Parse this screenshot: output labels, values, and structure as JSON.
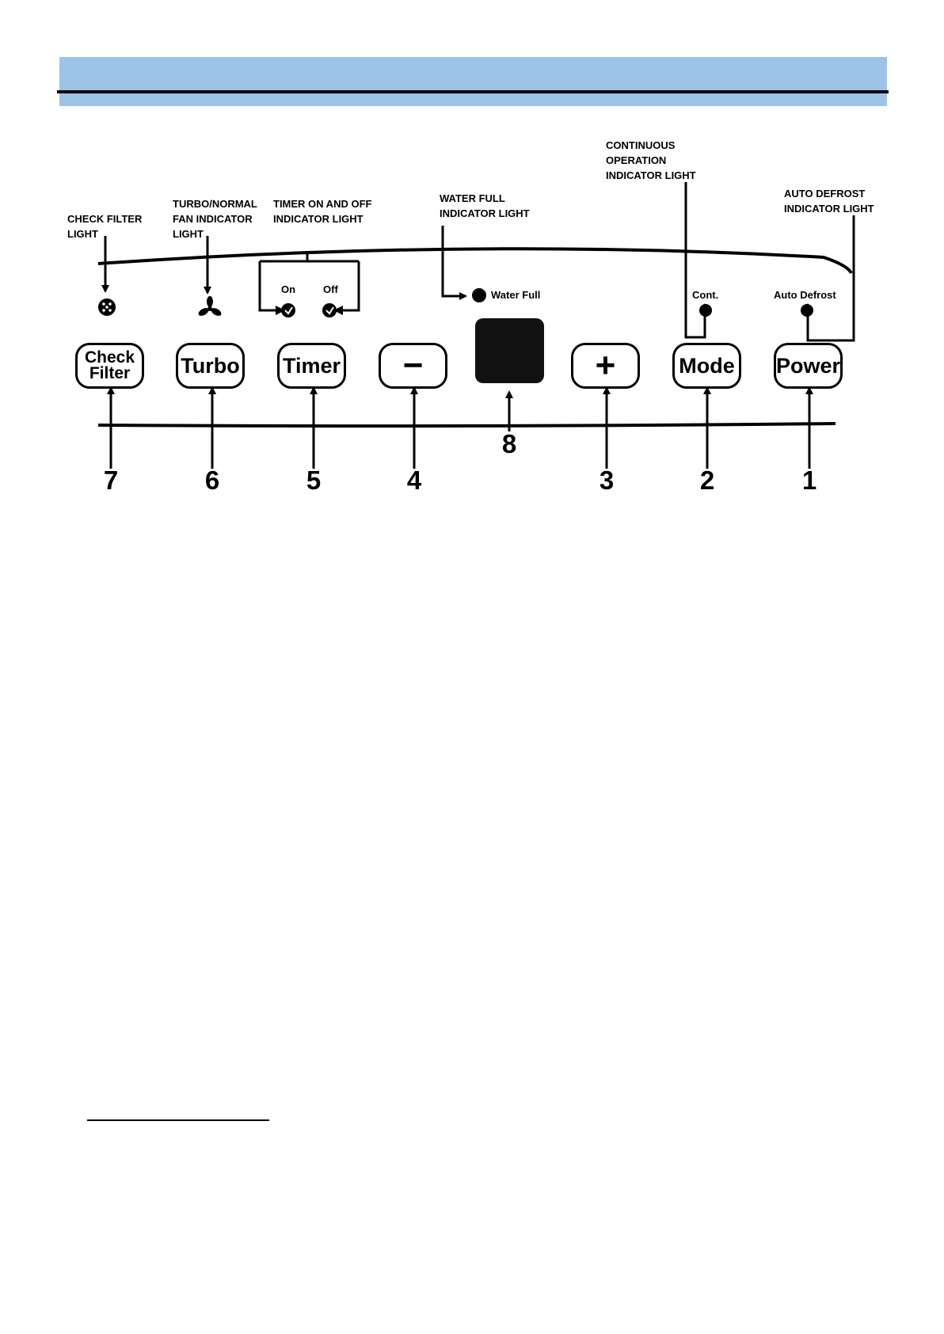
{
  "callouts": {
    "check_filter": "CHECK FILTER\nLIGHT",
    "turbo_fan": "TURBO/NORMAL\nFAN INDICATOR\nLIGHT",
    "timer": "TIMER ON AND OFF\nINDICATOR LIGHT",
    "water_full": "WATER FULL\nINDICATOR LIGHT",
    "continuous": "CONTINUOUS\nOPERATION\nINDICATOR LIGHT",
    "auto_defrost": "AUTO DEFROST\nINDICATOR LIGHT"
  },
  "panel_labels": {
    "on": "On",
    "off": "Off",
    "water_full": "Water Full",
    "cont": "Cont.",
    "auto_defrost": "Auto Defrost"
  },
  "buttons": {
    "check_filter": "Check\nFilter",
    "turbo": "Turbo",
    "timer": "Timer",
    "minus": "−",
    "plus": "+",
    "mode": "Mode",
    "power": "Power"
  },
  "numbers": {
    "n7": "7",
    "n6": "6",
    "n5": "5",
    "n4": "4",
    "n8": "8",
    "n3": "3",
    "n2": "2",
    "n1": "1"
  },
  "icons": {
    "check_filter_light": "filter-dots-icon",
    "fan_light": "fan-icon",
    "timer_on_light": "clock-icon",
    "timer_off_light": "clock-icon",
    "water_full_light": "dot-icon",
    "cont_light": "dot-icon",
    "auto_defrost_light": "dot-icon"
  },
  "colors": {
    "header_band": "#9dc3e6",
    "ink": "#000000",
    "display": "#111111"
  }
}
